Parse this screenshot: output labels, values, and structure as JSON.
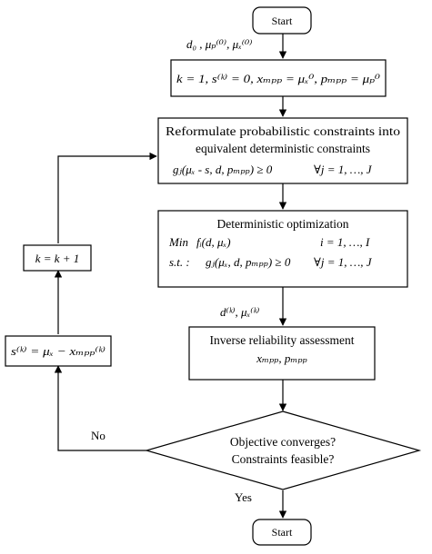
{
  "nodes": {
    "start": {
      "label": "Start"
    },
    "init_inputs": {
      "label": "d₀ , μₚ⁽⁰⁾, μₓ⁽⁰⁾"
    },
    "init": {
      "label": "k = 1, s⁽ᵏ⁾ = 0, xₘₚₚ = μₓ⁰, pₘₚₚ = μₚ⁰"
    },
    "reformulate": {
      "line1": "Reformulate probabilistic constraints into",
      "line2": "equivalent deterministic constraints",
      "formula": "gⱼ(μₓ - s, d, pₘₚₚ) ≥ 0",
      "forall": "∀j = 1, …, J"
    },
    "optimization": {
      "title": "Deterministic optimization",
      "min_keyword": "Min",
      "objective": "fᵢ(d, μₓ)",
      "obj_range": "i = 1, …, I",
      "st_keyword": "s.t. :",
      "constraint": "gⱼ(μₓ, d, pₘₚₚ) ≥ 0",
      "forall": "∀j = 1, …, J"
    },
    "design_output": {
      "label": "d⁽ᵏ⁾, μₓ⁽ᵏ⁾"
    },
    "inverse": {
      "title": "Inverse reliability assessment",
      "outputs": "xₘₚₚ, pₘₚₚ"
    },
    "decision": {
      "line1": "Objective converges?",
      "line2": "Constraints feasible?"
    },
    "increment": {
      "label": "k = k + 1"
    },
    "shift": {
      "label": "s⁽ᵏ⁾ = μₓ − xₘₚₚ⁽ᵏ⁾"
    },
    "end": {
      "label": "Start"
    }
  },
  "edges": {
    "no_label": "No",
    "yes_label": "Yes"
  }
}
